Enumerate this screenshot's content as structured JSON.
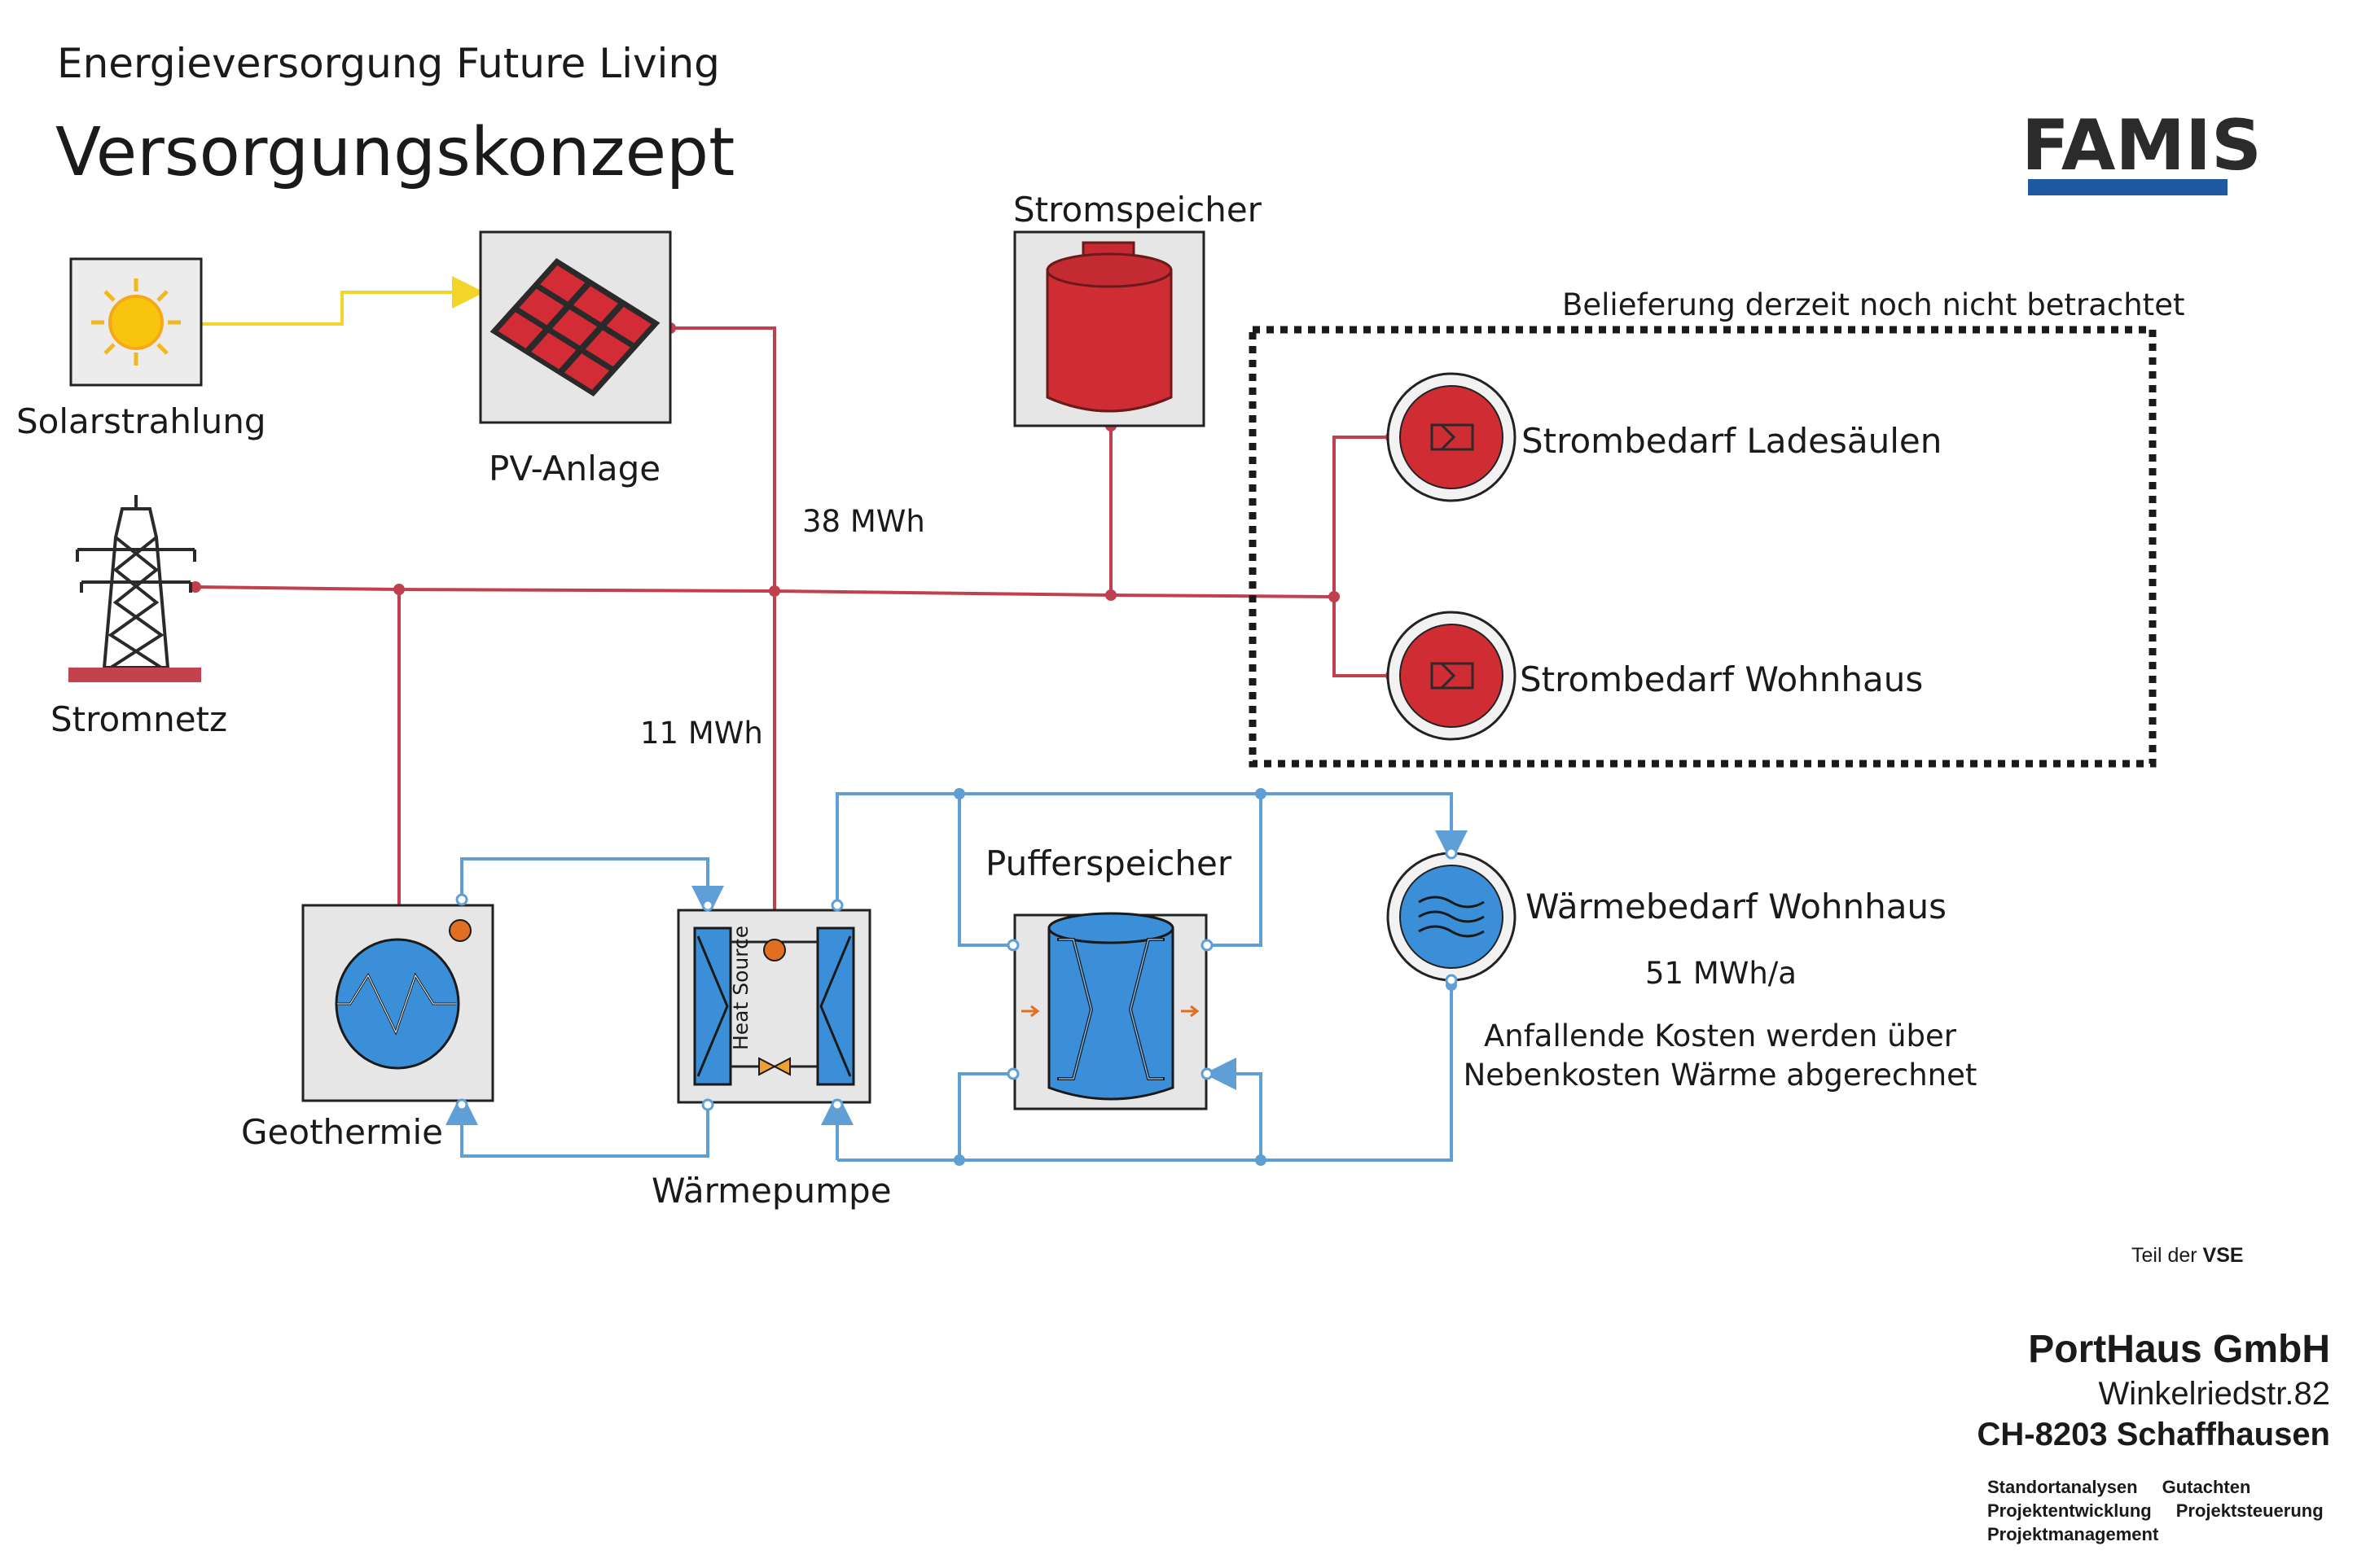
{
  "header": {
    "subtitle": "Energieversorgung Future Living",
    "title": "Versorgungskonzept"
  },
  "logo": {
    "text": "FAMIS",
    "bar_color": "#1f5aa0"
  },
  "components": {
    "solar": "Solarstrahlung",
    "pv": "PV-Anlage",
    "storage": "Stromspeicher",
    "grid": "Stromnetz",
    "geothermal": "Geothermie",
    "heat_pump": "Wärmepumpe",
    "heat_pump_inner": "Heat Source",
    "buffer": "Pufferspeicher",
    "charging": "Strombedarf Ladesäulen",
    "house_power": "Strombedarf Wohnhaus",
    "house_heat": "Wärmebedarf Wohnhaus"
  },
  "values": {
    "pv_flow": "38 MWh",
    "hp_flow": "11 MWh",
    "heat_demand": "51 MWh/a"
  },
  "notes": {
    "not_considered": "Belieferung derzeit noch nicht betrachtet",
    "cost_line1": "Anfallende Kosten werden über",
    "cost_line2": "Nebenkosten Wärme abgerechnet"
  },
  "footer": {
    "teil_prefix": "Teil der ",
    "teil_brand": "VSE",
    "company": "PortHaus GmbH",
    "street": "Winkelriedstr.82",
    "city": "CH-8203 Schaffhausen",
    "services": [
      [
        "Standortanalysen",
        "Gutachten"
      ],
      [
        "Projektentwicklung",
        "Projektsteuerung"
      ],
      [
        "Projektmanagement",
        ""
      ]
    ]
  },
  "colors": {
    "electric_line": "#c0404e",
    "heat_line": "#5f9fd6",
    "solar_line": "#f2d42a",
    "red_fill": "#d02c34",
    "blue_fill": "#3a8fd8",
    "box_fill": "#e6e6e6"
  }
}
